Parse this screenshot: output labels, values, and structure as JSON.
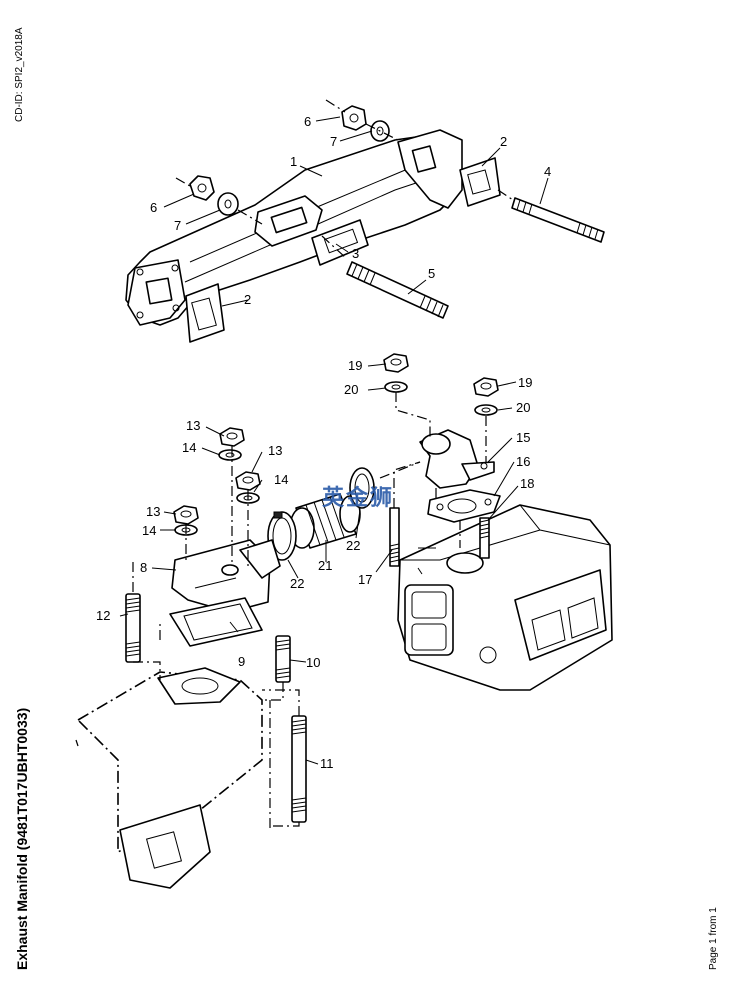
{
  "header": {
    "cd_id": "CD-ID: SPI2_v2018A"
  },
  "title": "Exhaust Manifold (9481T017UBHT0033)",
  "footer": {
    "page": "Page 1 from 1"
  },
  "watermark": "英金狮",
  "callouts": {
    "upper": [
      "1",
      "2",
      "2",
      "3",
      "4",
      "5",
      "6",
      "6",
      "7",
      "7"
    ],
    "lower": [
      "8",
      "9",
      "10",
      "11",
      "12",
      "13",
      "13",
      "13",
      "14",
      "14",
      "14",
      "15",
      "16",
      "17",
      "18",
      "19",
      "19",
      "20",
      "20",
      "21",
      "22",
      "22"
    ]
  }
}
